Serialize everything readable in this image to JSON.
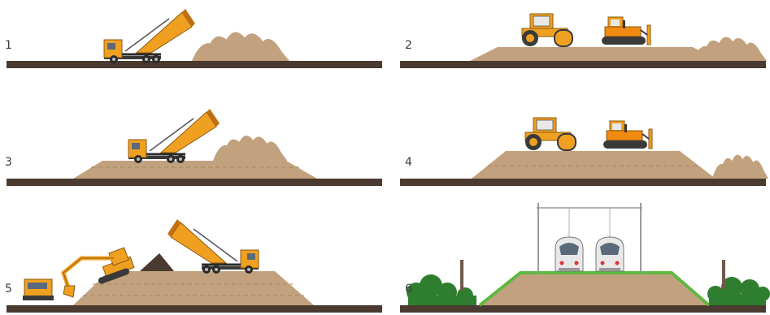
{
  "panels": [
    {
      "number": "1",
      "scene": "dump-truck-unloading"
    },
    {
      "number": "2",
      "scene": "roller-and-bulldozer-spreading"
    },
    {
      "number": "3",
      "scene": "dump-truck-on-layer"
    },
    {
      "number": "4",
      "scene": "compaction-on-layer"
    },
    {
      "number": "5",
      "scene": "excavator-loading-truck"
    },
    {
      "number": "6",
      "scene": "finished-railway-embankment"
    }
  ],
  "colors": {
    "ground": "#4a3a30",
    "soil": "#c2a27e",
    "soil_dark": "#a58563",
    "machine": "#f0a020",
    "machine_dark": "#c07010",
    "grass": "#5fb840",
    "bush": "#2f7d2f",
    "pole": "#6e5a4b",
    "train": "#e8e8e8"
  }
}
